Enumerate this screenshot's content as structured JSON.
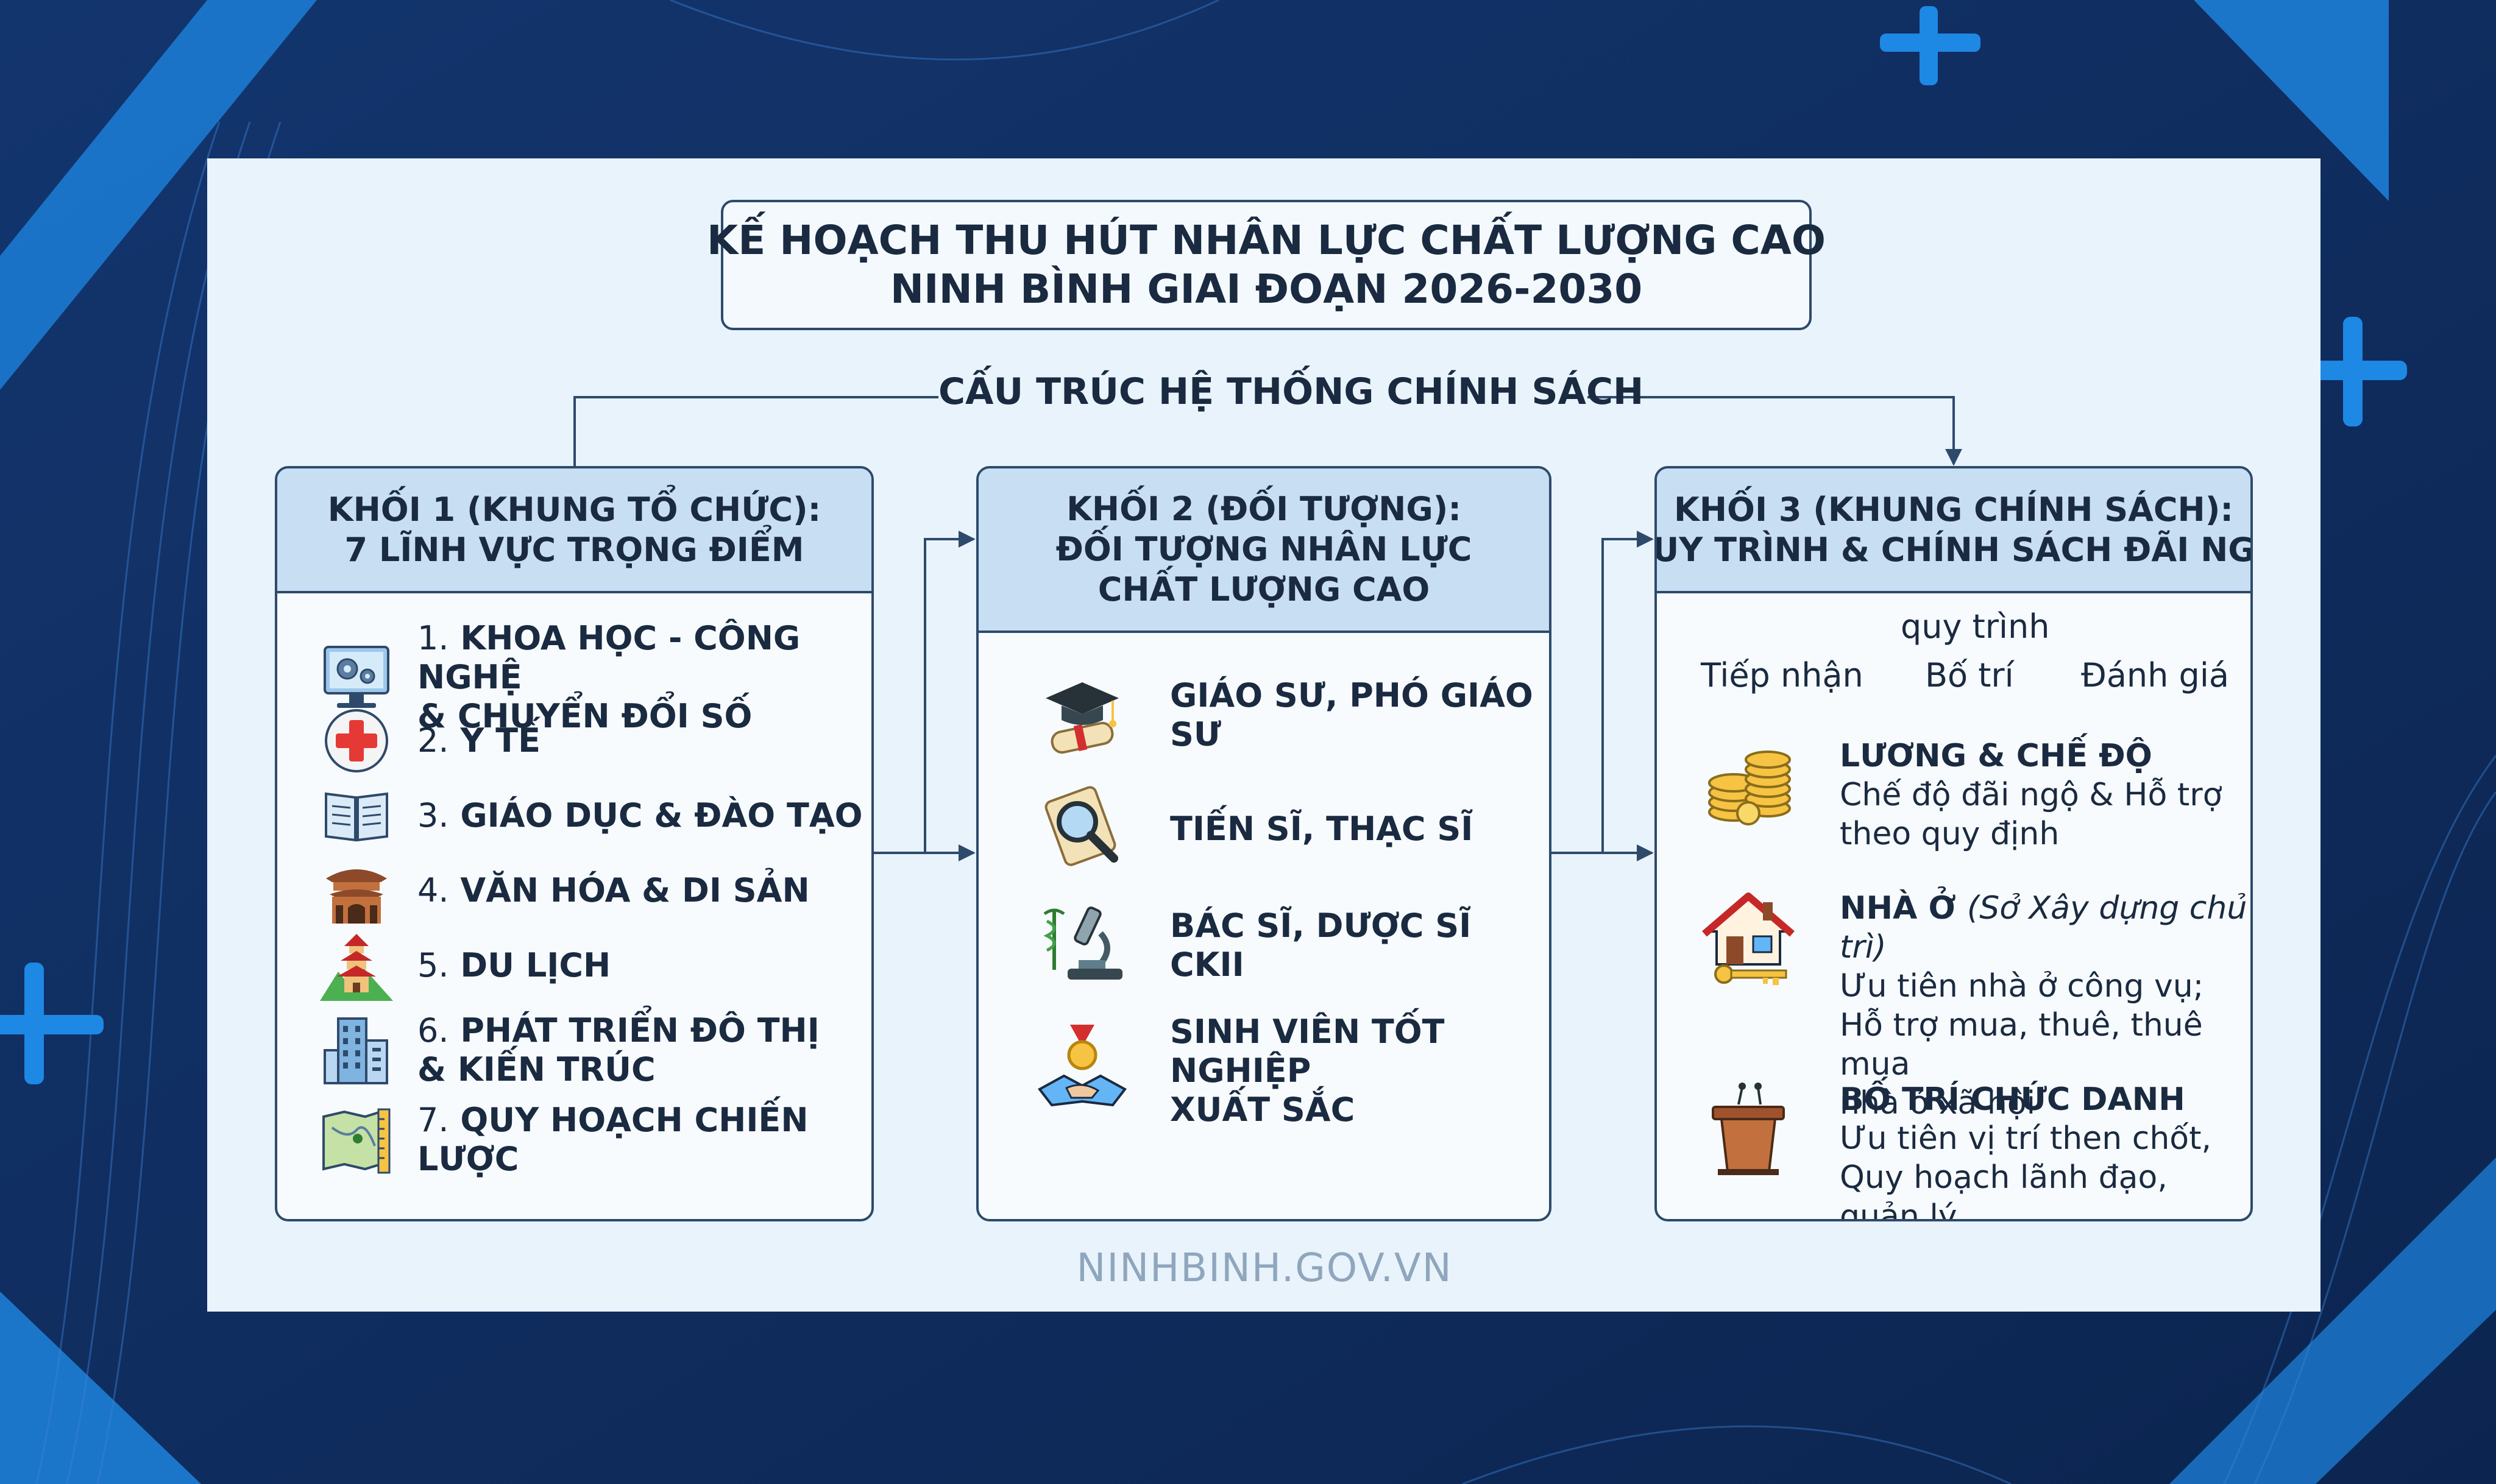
{
  "colors": {
    "background": "#0f2b5c",
    "panel": "#e8f3fb",
    "header_fill": "#c8def2",
    "border": "#2e4a6b",
    "accent": "#1e88e5",
    "footer": "#8fa6bd"
  },
  "title": {
    "line1": "KẾ HOẠCH THU HÚT NHÂN LỰC CHẤT LƯỢNG CAO",
    "line2": "NINH BÌNH GIAI ĐOẠN 2026-2030"
  },
  "structure_label": "CẤU TRÚC HỆ THỐNG CHÍNH SÁCH",
  "block1": {
    "header": [
      "KHỐI 1 (KHUNG TỔ CHỨC):",
      "7 LĨNH VỰC TRỌNG ĐIỂM"
    ],
    "items": [
      {
        "num": "1.",
        "line1": "KHOA HỌC - CÔNG NGHỆ",
        "line2": "& CHUYỂN ĐỔI SỐ",
        "icon": "computer-gears-icon"
      },
      {
        "num": "2.",
        "line1": "Y TẾ",
        "line2": "",
        "icon": "medical-cross-icon"
      },
      {
        "num": "3.",
        "line1": "GIÁO DỤC & ĐÀO TẠO",
        "line2": "",
        "icon": "open-book-icon"
      },
      {
        "num": "4.",
        "line1": "VĂN HÓA & DI SẢN",
        "line2": "",
        "icon": "temple-gate-icon"
      },
      {
        "num": "5.",
        "line1": "DU LỊCH",
        "line2": "",
        "icon": "pagoda-mountain-icon"
      },
      {
        "num": "6.",
        "line1": "PHÁT TRIỂN ĐÔ THỊ",
        "line2": "& KIẾN TRÚC",
        "icon": "buildings-icon"
      },
      {
        "num": "7.",
        "line1": "QUY HOẠCH CHIẾN LƯỢC",
        "line2": "",
        "icon": "map-ruler-icon"
      }
    ]
  },
  "block2": {
    "header": [
      "KHỐI 2 (ĐỐI TƯỢNG):",
      "ĐỐI TƯỢNG NHÂN LỰC",
      "CHẤT LƯỢNG CAO"
    ],
    "items": [
      {
        "line1": "GIÁO SƯ, PHÓ GIÁO SƯ",
        "line2": "",
        "icon": "graduation-cap-icon"
      },
      {
        "line1": "TIẾN SĨ, THẠC SĨ",
        "line2": "",
        "icon": "magnifier-scroll-icon"
      },
      {
        "line1": "BÁC SĨ, DƯỢC SĨ CKII",
        "line2": "",
        "icon": "microscope-caduceus-icon"
      },
      {
        "line1": "SINH VIÊN TỐT NGHIỆP",
        "line2": "XUẤT SẮC",
        "icon": "medal-handshake-icon"
      }
    ]
  },
  "block3": {
    "header": [
      "KHỐI 3 (KHUNG CHÍNH SÁCH):",
      "QUY TRÌNH & CHÍNH SÁCH ĐÃI NGỘ"
    ],
    "process": {
      "label": "quy trình",
      "steps": [
        "Tiếp nhận",
        "Bố trí",
        "Đánh giá"
      ]
    },
    "items": [
      {
        "title": "LƯƠNG & CHẾ ĐỘ",
        "note": "",
        "lines": [
          "Chế độ đãi ngộ & Hỗ trợ",
          "theo quy định"
        ],
        "icon": "coins-icon"
      },
      {
        "title": "NHÀ Ở",
        "note": "(Sở Xây dựng chủ trì)",
        "lines": [
          "Ưu tiên nhà ở công vụ;",
          "Hỗ trợ mua, thuê, thuê mua",
          "nhà ở xã hội"
        ],
        "icon": "house-key-icon"
      },
      {
        "title": "BỐ TRÍ CHỨC DANH",
        "note": "",
        "lines": [
          "Ưu tiên vị trí then chốt,",
          "Quy hoạch lãnh đạo, quản lý"
        ],
        "icon": "podium-icon"
      }
    ]
  },
  "footer": "NINHBINH.GOV.VN"
}
